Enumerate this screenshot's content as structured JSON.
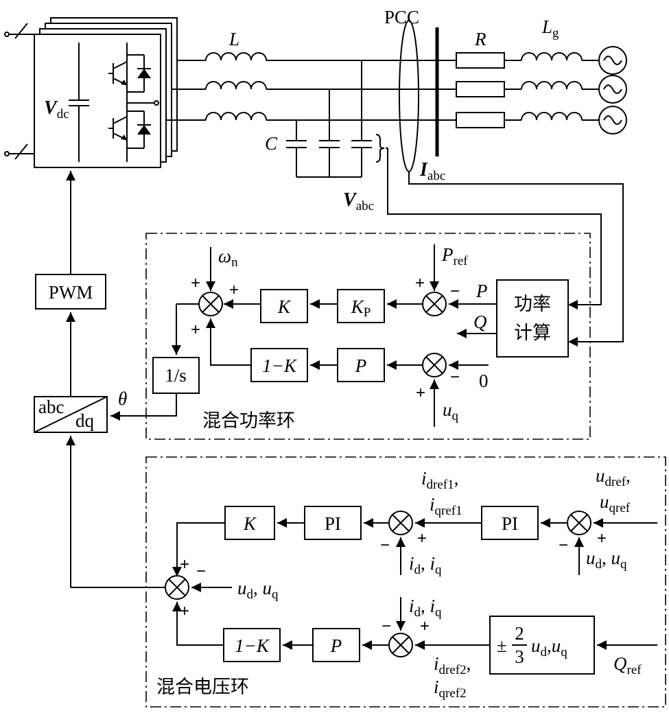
{
  "circuit": {
    "converter_voltage": {
      "main": "V",
      "sub": "dc"
    },
    "inductor": "L",
    "capacitor": "C",
    "pcc": "PCC",
    "resistor": "R",
    "grid_inductor": {
      "main": "L",
      "sub": "g"
    },
    "current": {
      "main": "I",
      "sub": "abc"
    },
    "voltage": {
      "main": "V",
      "sub": "abc"
    }
  },
  "left_chain": {
    "pwm": "PWM",
    "transform_top": "abc",
    "transform_bottom": "dq",
    "theta": "θ"
  },
  "power_loop": {
    "title": "混合功率环",
    "omega": {
      "main": "ω",
      "sub": "n"
    },
    "k_block": "K",
    "kp_block": {
      "main": "K",
      "sub": "P"
    },
    "p_ref": {
      "main": "P",
      "sub": "ref"
    },
    "p_label": "P",
    "q_label": "Q",
    "power_calc_line1": "功率",
    "power_calc_line2": "计算",
    "integrator": "1/s",
    "one_minus_k": "1−K",
    "p_block": "P",
    "zero": "0",
    "uq": {
      "main": "u",
      "sub": "q"
    }
  },
  "voltage_loop": {
    "title": "混合电压环",
    "k_block": "K",
    "pi_inner": "PI",
    "pi_outer": "PI",
    "idref1": {
      "main": "i",
      "sub": "dref1",
      "sep": ","
    },
    "iqref1": {
      "main": "i",
      "sub": "qref1"
    },
    "udref": {
      "main": "u",
      "sub": "dref",
      "sep": ","
    },
    "uqref": {
      "main": "u",
      "sub": "qref"
    },
    "id_iq": {
      "i1": "i",
      "s1": "d",
      "sep": ", ",
      "i2": "i",
      "s2": "q"
    },
    "ud_uq": {
      "u1": "u",
      "s1": "d",
      "sep": ", ",
      "u2": "u",
      "s2": "q"
    },
    "one_minus_k": "1−K",
    "p_block": "P",
    "idref2": {
      "main": "i",
      "sub": "dref2",
      "sep": ","
    },
    "iqref2": {
      "main": "i",
      "sub": "qref2"
    },
    "q_ref": {
      "main": "Q",
      "sub": "ref"
    },
    "frac_block": {
      "pm": "±",
      "num": "2",
      "den": "3",
      "u1": "u",
      "s1": "d",
      "sep": ",",
      "u2": "u",
      "s2": "q"
    }
  },
  "signs": {
    "plus": "+",
    "minus": "−"
  }
}
